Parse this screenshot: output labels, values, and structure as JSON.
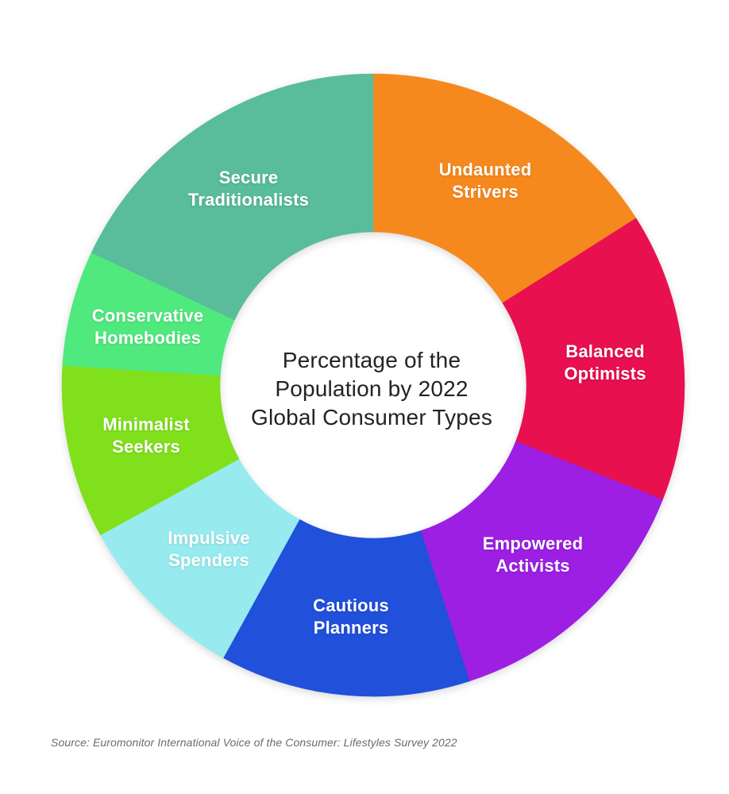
{
  "page": {
    "background": "#FFFFFF"
  },
  "chart_data": {
    "type": "pie",
    "subtype": "donut",
    "title": "Percentage of the Population by 2022 Global Consumer Types",
    "title_lines": [
      "Percentage of the",
      "Population by 2022",
      "Global Consumer Types"
    ],
    "title_color": "#262224",
    "source_note": "Source: Euromonitor International Voice of the Consumer: Lifestyles Survey 2022",
    "source_color": "#6E6B68",
    "label_text_color": "#FFFFFF",
    "start_angle_deg": 0,
    "direction": "clockwise",
    "values_printed_on_chart": false,
    "values_estimated_from_arc_angles": true,
    "segments": [
      {
        "label": "Undaunted Strivers",
        "label_lines": [
          "Undaunted",
          "Strivers"
        ],
        "value_pct": 16,
        "color": "#F6891E"
      },
      {
        "label": "Balanced Optimists",
        "label_lines": [
          "Balanced",
          "Optimists"
        ],
        "value_pct": 15,
        "color": "#E8104E"
      },
      {
        "label": "Empowered Activists",
        "label_lines": [
          "Empowered",
          "Activists"
        ],
        "value_pct": 14,
        "color": "#9C1FE3"
      },
      {
        "label": "Cautious Planners",
        "label_lines": [
          "Cautious",
          "Planners"
        ],
        "value_pct": 13,
        "color": "#2150DB"
      },
      {
        "label": "Impulsive Spenders",
        "label_lines": [
          "Impulsive",
          "Spenders"
        ],
        "value_pct": 9,
        "color": "#97EBEF"
      },
      {
        "label": "Minimalist Seekers",
        "label_lines": [
          "Minimalist",
          "Seekers"
        ],
        "value_pct": 9,
        "color": "#80E01C"
      },
      {
        "label": "Conservative Homebodies",
        "label_lines": [
          "Conservative",
          "Homebodies"
        ],
        "value_pct": 6,
        "color": "#50E97E"
      },
      {
        "label": "Secure Traditionalists",
        "label_lines": [
          "Secure",
          "Traditionalists"
        ],
        "value_pct": 18,
        "color": "#59BC9B"
      }
    ]
  }
}
